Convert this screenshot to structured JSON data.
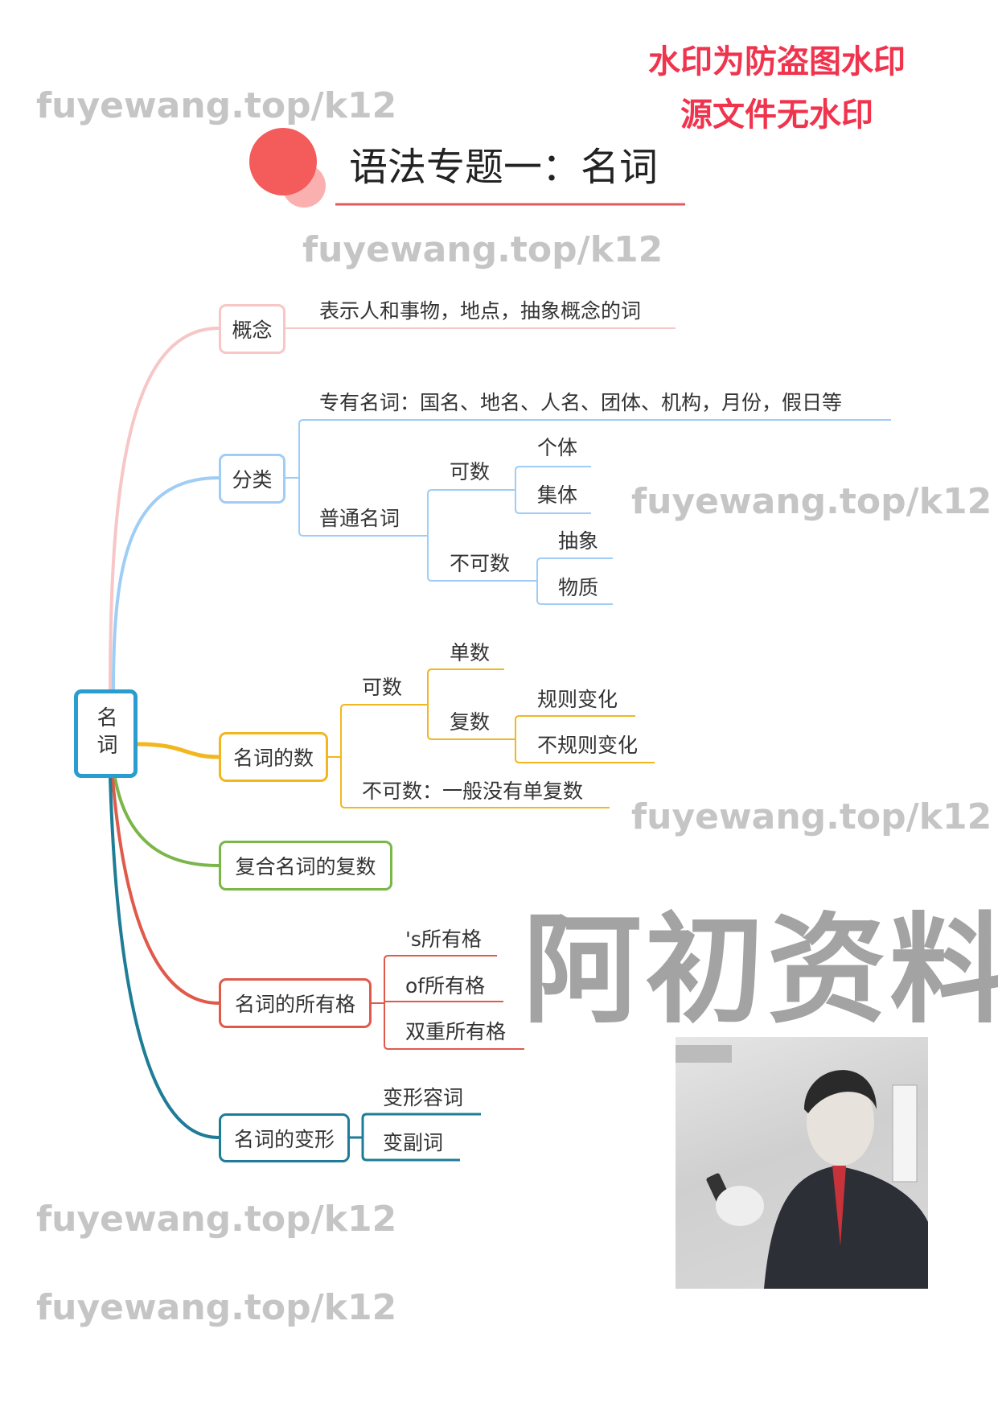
{
  "notice": {
    "line1": "水印为防盗图水印",
    "line2": "源文件无水印"
  },
  "title": "语法专题一：名词",
  "watermarks": {
    "url": "fuyewang.top/k12",
    "big": "阿初资料"
  },
  "colors": {
    "concept": "#f7c6c6",
    "category": "#9fcdf5",
    "number": "#f2b71f",
    "compound": "#7ab648",
    "possessive": "#e05a4a",
    "transform": "#1e7c96",
    "root": "#2a9dcf",
    "title_accent": "#f45b5b"
  },
  "root": "名词",
  "branches": {
    "concept": {
      "label": "概念",
      "def": "表示人和事物，地点，抽象概念的词"
    },
    "category": {
      "label": "分类",
      "proper": "专有名词：国名、地名、人名、团体、机构，月份，假日等",
      "common": "普通名词",
      "countable": "可数",
      "individual": "个体",
      "collective": "集体",
      "uncountable": "不可数",
      "abstract": "抽象",
      "material": "物质"
    },
    "number": {
      "label": "名词的数",
      "countable": "可数",
      "singular": "单数",
      "plural": "复数",
      "regular": "规则变化",
      "irregular": "不规则变化",
      "uncountable": "不可数：一般没有单复数"
    },
    "compound": {
      "label": "复合名词的复数"
    },
    "possessive": {
      "label": "名词的所有格",
      "s": "'s所有格",
      "of": "of所有格",
      "double": "双重所有格"
    },
    "transform": {
      "label": "名词的变形",
      "adj": "变形容词",
      "adv": "变副词"
    }
  }
}
